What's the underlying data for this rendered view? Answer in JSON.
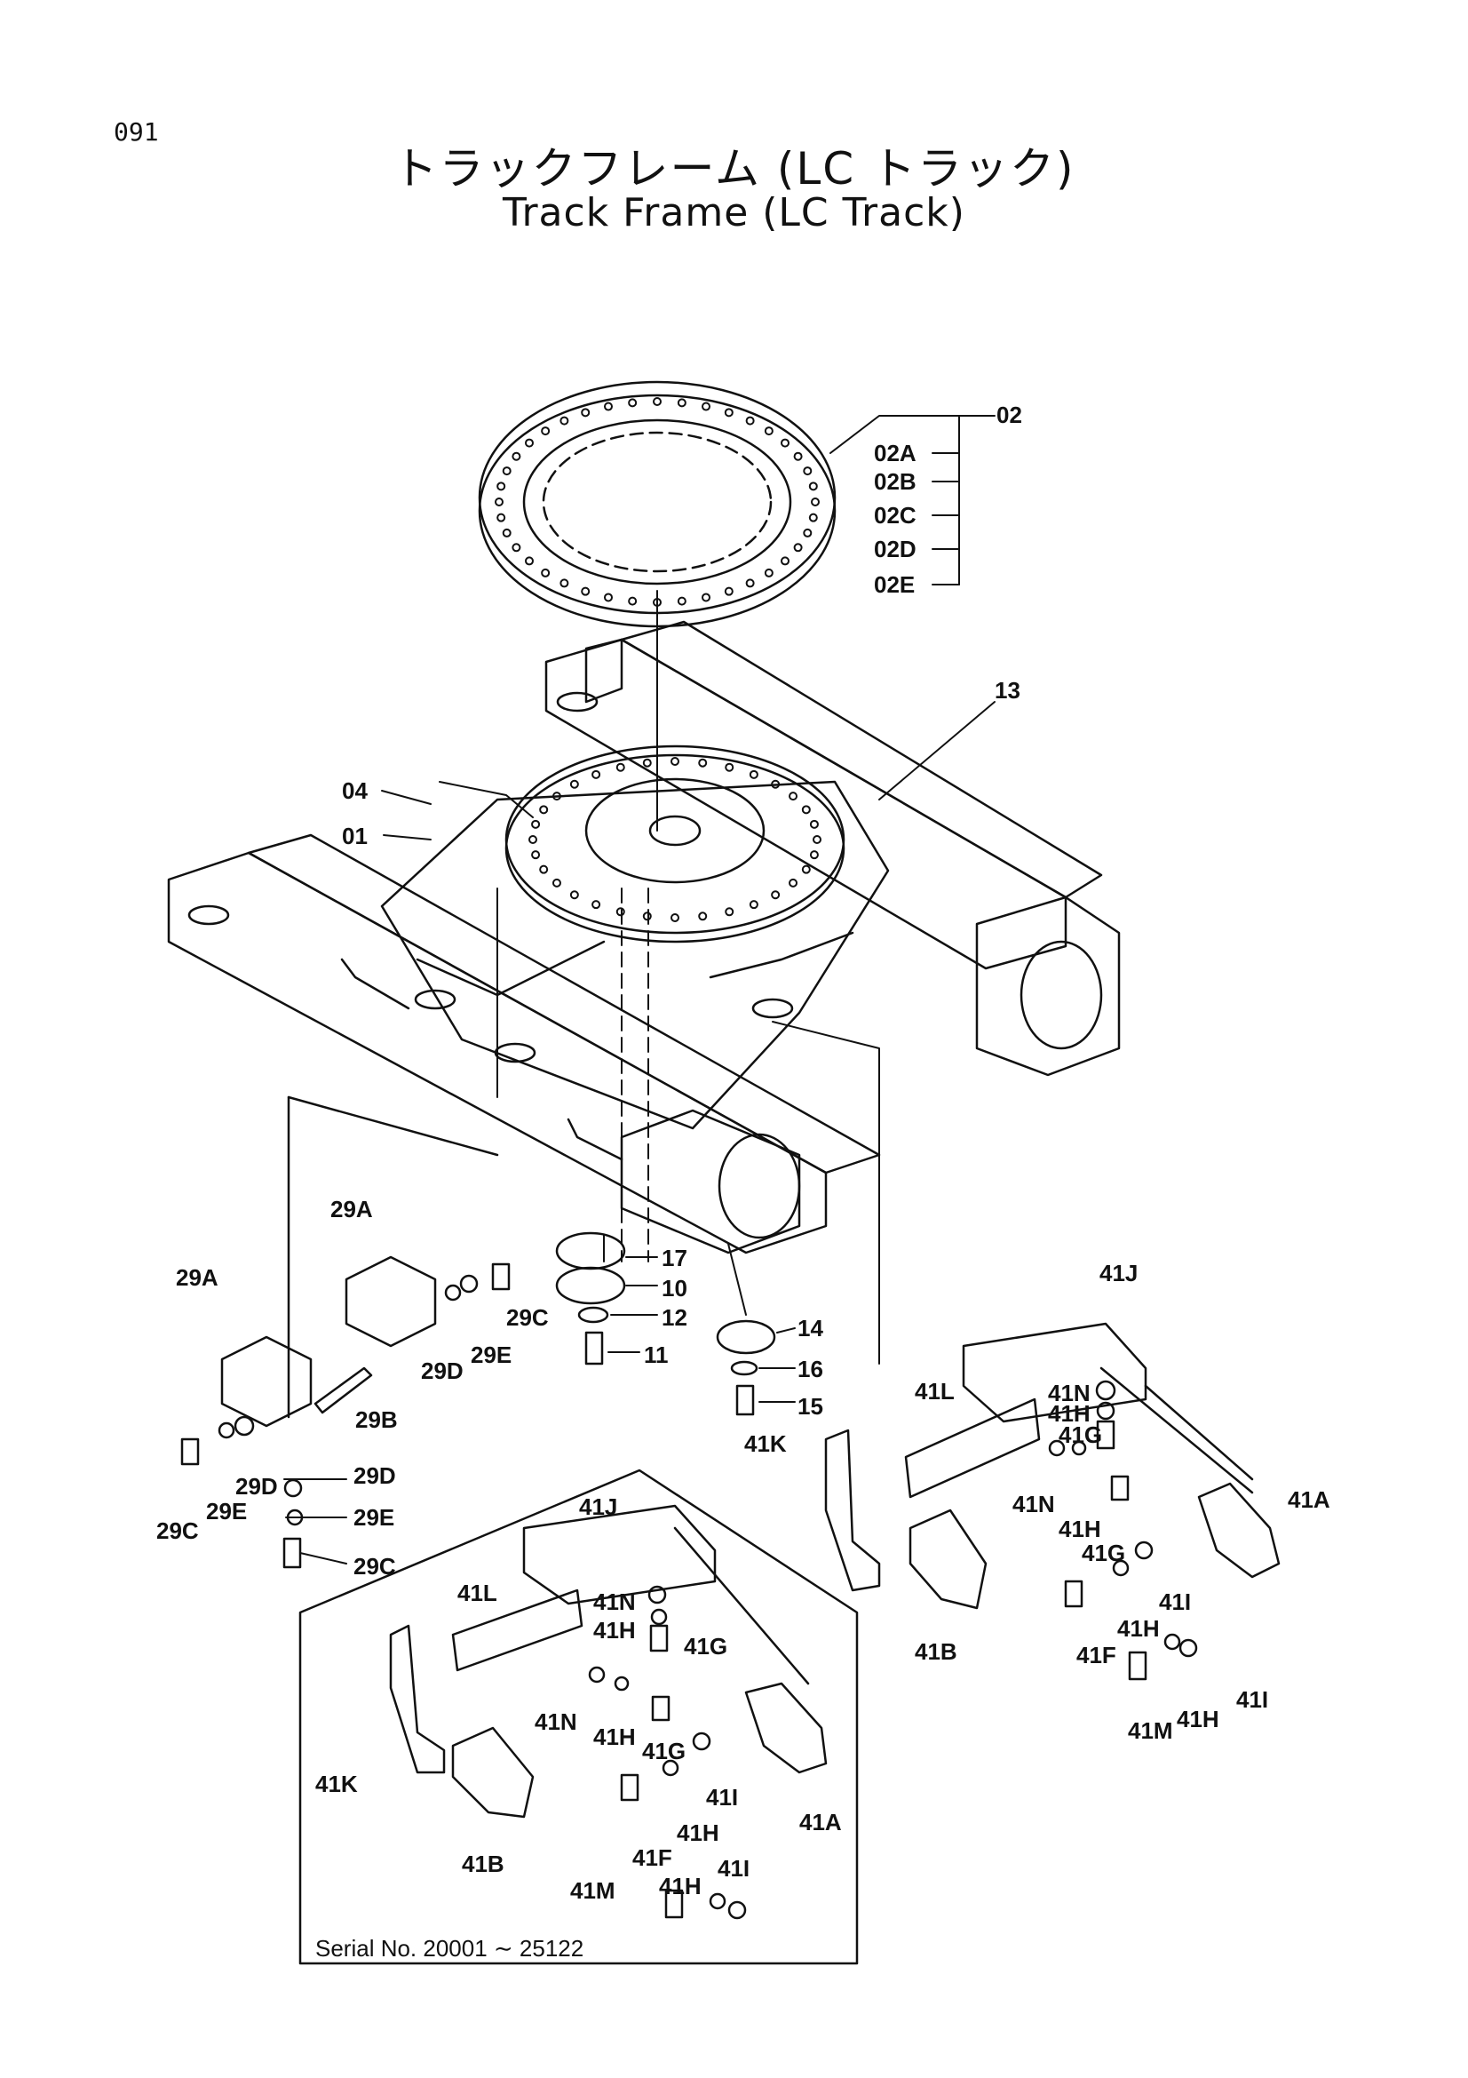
{
  "header": {
    "page_number": "091",
    "title_jp": "トラックフレーム (LC トラック)",
    "title_en": "Track Frame (LC Track)"
  },
  "inset": {
    "serial_text": "Serial No.  20001 ∼ 25122"
  },
  "callouts": [
    {
      "id": "02",
      "text": "02"
    },
    {
      "id": "02A",
      "text": "02A"
    },
    {
      "id": "02B",
      "text": "02B"
    },
    {
      "id": "02C",
      "text": "02C"
    },
    {
      "id": "02D",
      "text": "02D"
    },
    {
      "id": "02E",
      "text": "02E"
    },
    {
      "id": "13",
      "text": "13"
    },
    {
      "id": "04",
      "text": "04"
    },
    {
      "id": "01",
      "text": "01"
    },
    {
      "id": "29A_top",
      "text": "29A"
    },
    {
      "id": "29A_left",
      "text": "29A"
    },
    {
      "id": "29C_top",
      "text": "29C"
    },
    {
      "id": "29E_top",
      "text": "29E"
    },
    {
      "id": "29D_top",
      "text": "29D"
    },
    {
      "id": "29B",
      "text": "29B"
    },
    {
      "id": "29D_mid",
      "text": "29D"
    },
    {
      "id": "29E_mid",
      "text": "29E"
    },
    {
      "id": "29C_mid",
      "text": "29C"
    },
    {
      "id": "29D_r",
      "text": "29D"
    },
    {
      "id": "29E_r",
      "text": "29E"
    },
    {
      "id": "29C_r",
      "text": "29C"
    },
    {
      "id": "17",
      "text": "17"
    },
    {
      "id": "10",
      "text": "10"
    },
    {
      "id": "12",
      "text": "12"
    },
    {
      "id": "11",
      "text": "11"
    },
    {
      "id": "14",
      "text": "14"
    },
    {
      "id": "16",
      "text": "16"
    },
    {
      "id": "15",
      "text": "15"
    },
    {
      "id": "41J_r",
      "text": "41J"
    },
    {
      "id": "41L_r",
      "text": "41L"
    },
    {
      "id": "41N_r1",
      "text": "41N"
    },
    {
      "id": "41H_r1",
      "text": "41H"
    },
    {
      "id": "41G_r1",
      "text": "41G"
    },
    {
      "id": "41K_r",
      "text": "41K"
    },
    {
      "id": "41N_r2",
      "text": "41N"
    },
    {
      "id": "41H_r2",
      "text": "41H"
    },
    {
      "id": "41G_r2",
      "text": "41G"
    },
    {
      "id": "41A_r",
      "text": "41A"
    },
    {
      "id": "41I_r1",
      "text": "41I"
    },
    {
      "id": "41H_r3",
      "text": "41H"
    },
    {
      "id": "41B_r",
      "text": "41B"
    },
    {
      "id": "41F_r",
      "text": "41F"
    },
    {
      "id": "41I_r2",
      "text": "41I"
    },
    {
      "id": "41M_r",
      "text": "41M"
    },
    {
      "id": "41H_r4",
      "text": "41H"
    },
    {
      "id": "41J_i",
      "text": "41J"
    },
    {
      "id": "41L_i",
      "text": "41L"
    },
    {
      "id": "41N_i1",
      "text": "41N"
    },
    {
      "id": "41H_i1",
      "text": "41H"
    },
    {
      "id": "41G_i1",
      "text": "41G"
    },
    {
      "id": "41N_i2",
      "text": "41N"
    },
    {
      "id": "41H_i2",
      "text": "41H"
    },
    {
      "id": "41G_i2",
      "text": "41G"
    },
    {
      "id": "41I_i1",
      "text": "41I"
    },
    {
      "id": "41K_i",
      "text": "41K"
    },
    {
      "id": "41A_i",
      "text": "41A"
    },
    {
      "id": "41H_i3",
      "text": "41H"
    },
    {
      "id": "41B_i",
      "text": "41B"
    },
    {
      "id": "41F_i",
      "text": "41F"
    },
    {
      "id": "41M_i",
      "text": "41M"
    },
    {
      "id": "41H_i4",
      "text": "41H"
    },
    {
      "id": "41I_i2",
      "text": "41I"
    }
  ]
}
